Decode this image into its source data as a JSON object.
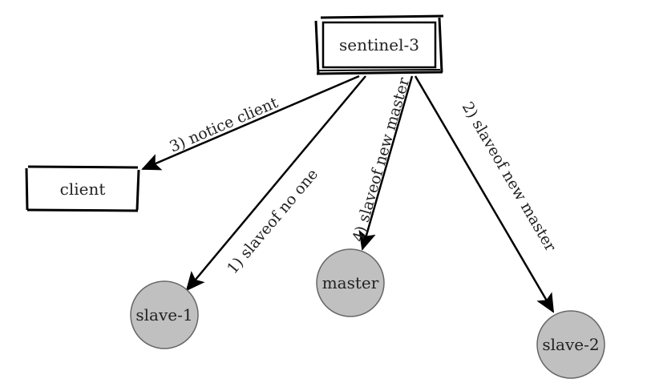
{
  "diagram": {
    "colors": {
      "stroke": "#000000",
      "node_fill": "#c0c0c0",
      "node_stroke": "#666666",
      "text": "#222222",
      "background": "#ffffff"
    },
    "nodes": {
      "sentinel": {
        "label": "sentinel-3",
        "shape": "double-rectangle"
      },
      "client": {
        "label": "client",
        "shape": "rectangle"
      },
      "slave1": {
        "label": "slave-1",
        "shape": "circle"
      },
      "master": {
        "label": "master",
        "shape": "circle"
      },
      "slave2": {
        "label": "slave-2",
        "shape": "circle"
      }
    },
    "edges": [
      {
        "id": "e1",
        "from": "sentinel-3",
        "to": "slave-1",
        "step": "1)",
        "label": "1)  slaveof  no one"
      },
      {
        "id": "e2",
        "from": "sentinel-3",
        "to": "slave-2",
        "step": "2)",
        "label": "2)  slaveof new master"
      },
      {
        "id": "e3",
        "from": "sentinel-3",
        "to": "client",
        "step": "3)",
        "label": "3)  notice client"
      },
      {
        "id": "e4",
        "from": "sentinel-3",
        "to": "master",
        "step": "4)",
        "label": "4)  slaveof new master"
      }
    ]
  }
}
